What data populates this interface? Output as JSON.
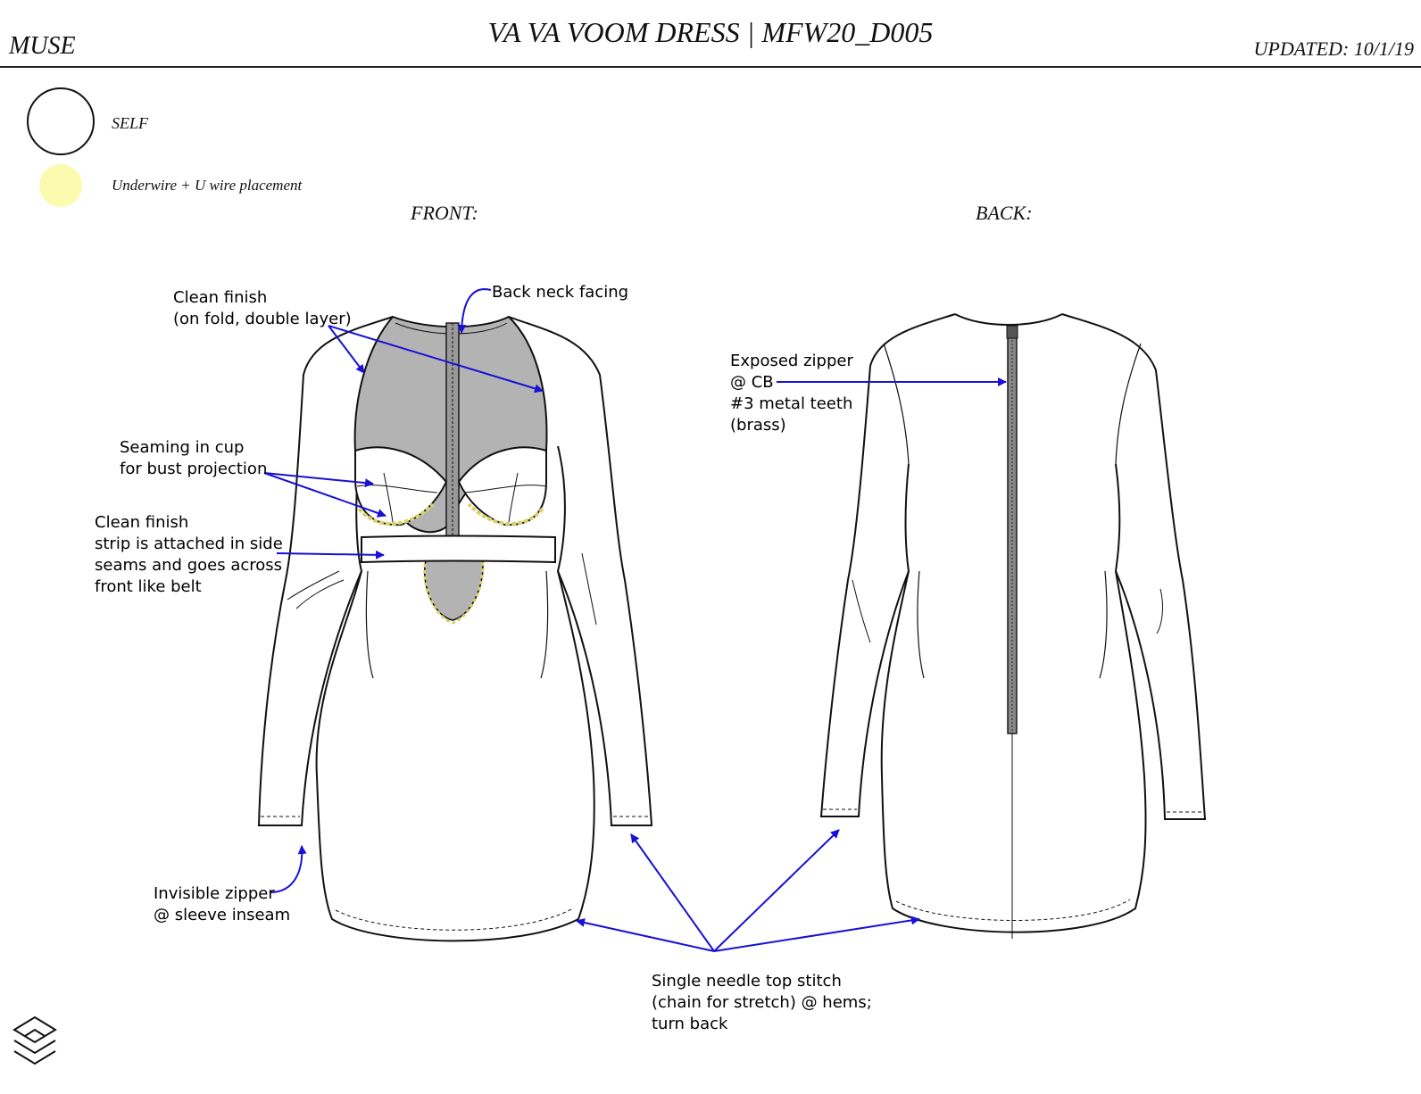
{
  "header": {
    "brand": "MUSE",
    "title": "VA VA VOOM DRESS | MFW20_D005",
    "updated": "UPDATED: 10/1/19"
  },
  "legend": {
    "self_label": "SELF",
    "wire_label": "Underwire + U wire placement",
    "wire_color": "#fbfbb0"
  },
  "views": {
    "front_label": "FRONT:",
    "back_label": "BACK:"
  },
  "callouts": {
    "clean_finish_fold": "Clean finish\n(on fold, double layer)",
    "back_neck_facing": "Back neck facing",
    "seaming_cup": "Seaming in cup\nfor bust projection",
    "clean_finish_strip": "Clean finish\nstrip is attached in side\nseams and goes across\nfront like belt",
    "invisible_zipper": "Invisible zipper\n@ sleeve inseam",
    "exposed_zipper": "Exposed zipper\n@ CB\n#3 metal teeth\n(brass)",
    "top_stitch": "Single needle top stitch\n(chain for stretch) @ hems;\nturn back"
  },
  "colors": {
    "arrow": "#1a10d6",
    "back_panel": "#b3b3b3",
    "outline": "#111111"
  }
}
